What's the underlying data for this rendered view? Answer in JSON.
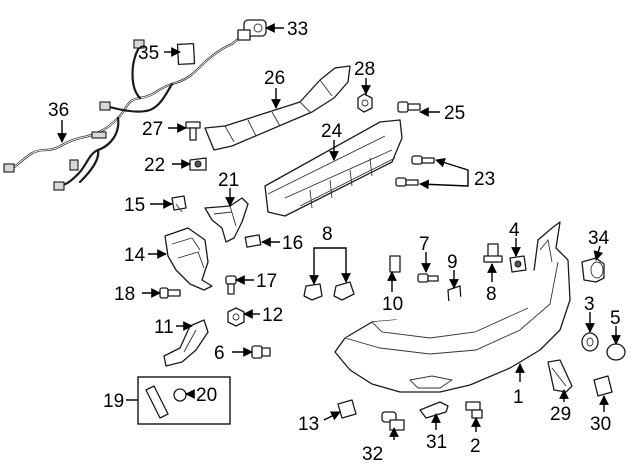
{
  "diagram": {
    "callouts": [
      {
        "id": "1",
        "label": "1"
      },
      {
        "id": "2",
        "label": "2"
      },
      {
        "id": "3",
        "label": "3"
      },
      {
        "id": "4",
        "label": "4"
      },
      {
        "id": "5",
        "label": "5"
      },
      {
        "id": "6",
        "label": "6"
      },
      {
        "id": "7",
        "label": "7"
      },
      {
        "id": "8a",
        "label": "8"
      },
      {
        "id": "8b",
        "label": "8"
      },
      {
        "id": "9",
        "label": "9"
      },
      {
        "id": "10",
        "label": "10"
      },
      {
        "id": "11",
        "label": "11"
      },
      {
        "id": "12",
        "label": "12"
      },
      {
        "id": "13",
        "label": "13"
      },
      {
        "id": "14",
        "label": "14"
      },
      {
        "id": "15",
        "label": "15"
      },
      {
        "id": "16",
        "label": "16"
      },
      {
        "id": "17",
        "label": "17"
      },
      {
        "id": "18",
        "label": "18"
      },
      {
        "id": "19",
        "label": "19"
      },
      {
        "id": "20",
        "label": "20"
      },
      {
        "id": "21",
        "label": "21"
      },
      {
        "id": "22",
        "label": "22"
      },
      {
        "id": "23",
        "label": "23"
      },
      {
        "id": "24",
        "label": "24"
      },
      {
        "id": "25",
        "label": "25"
      },
      {
        "id": "26",
        "label": "26"
      },
      {
        "id": "27",
        "label": "27"
      },
      {
        "id": "28",
        "label": "28"
      },
      {
        "id": "29",
        "label": "29"
      },
      {
        "id": "30",
        "label": "30"
      },
      {
        "id": "31",
        "label": "31"
      },
      {
        "id": "32",
        "label": "32"
      },
      {
        "id": "33",
        "label": "33"
      },
      {
        "id": "34",
        "label": "34"
      },
      {
        "id": "35",
        "label": "35"
      },
      {
        "id": "36",
        "label": "36"
      }
    ]
  }
}
